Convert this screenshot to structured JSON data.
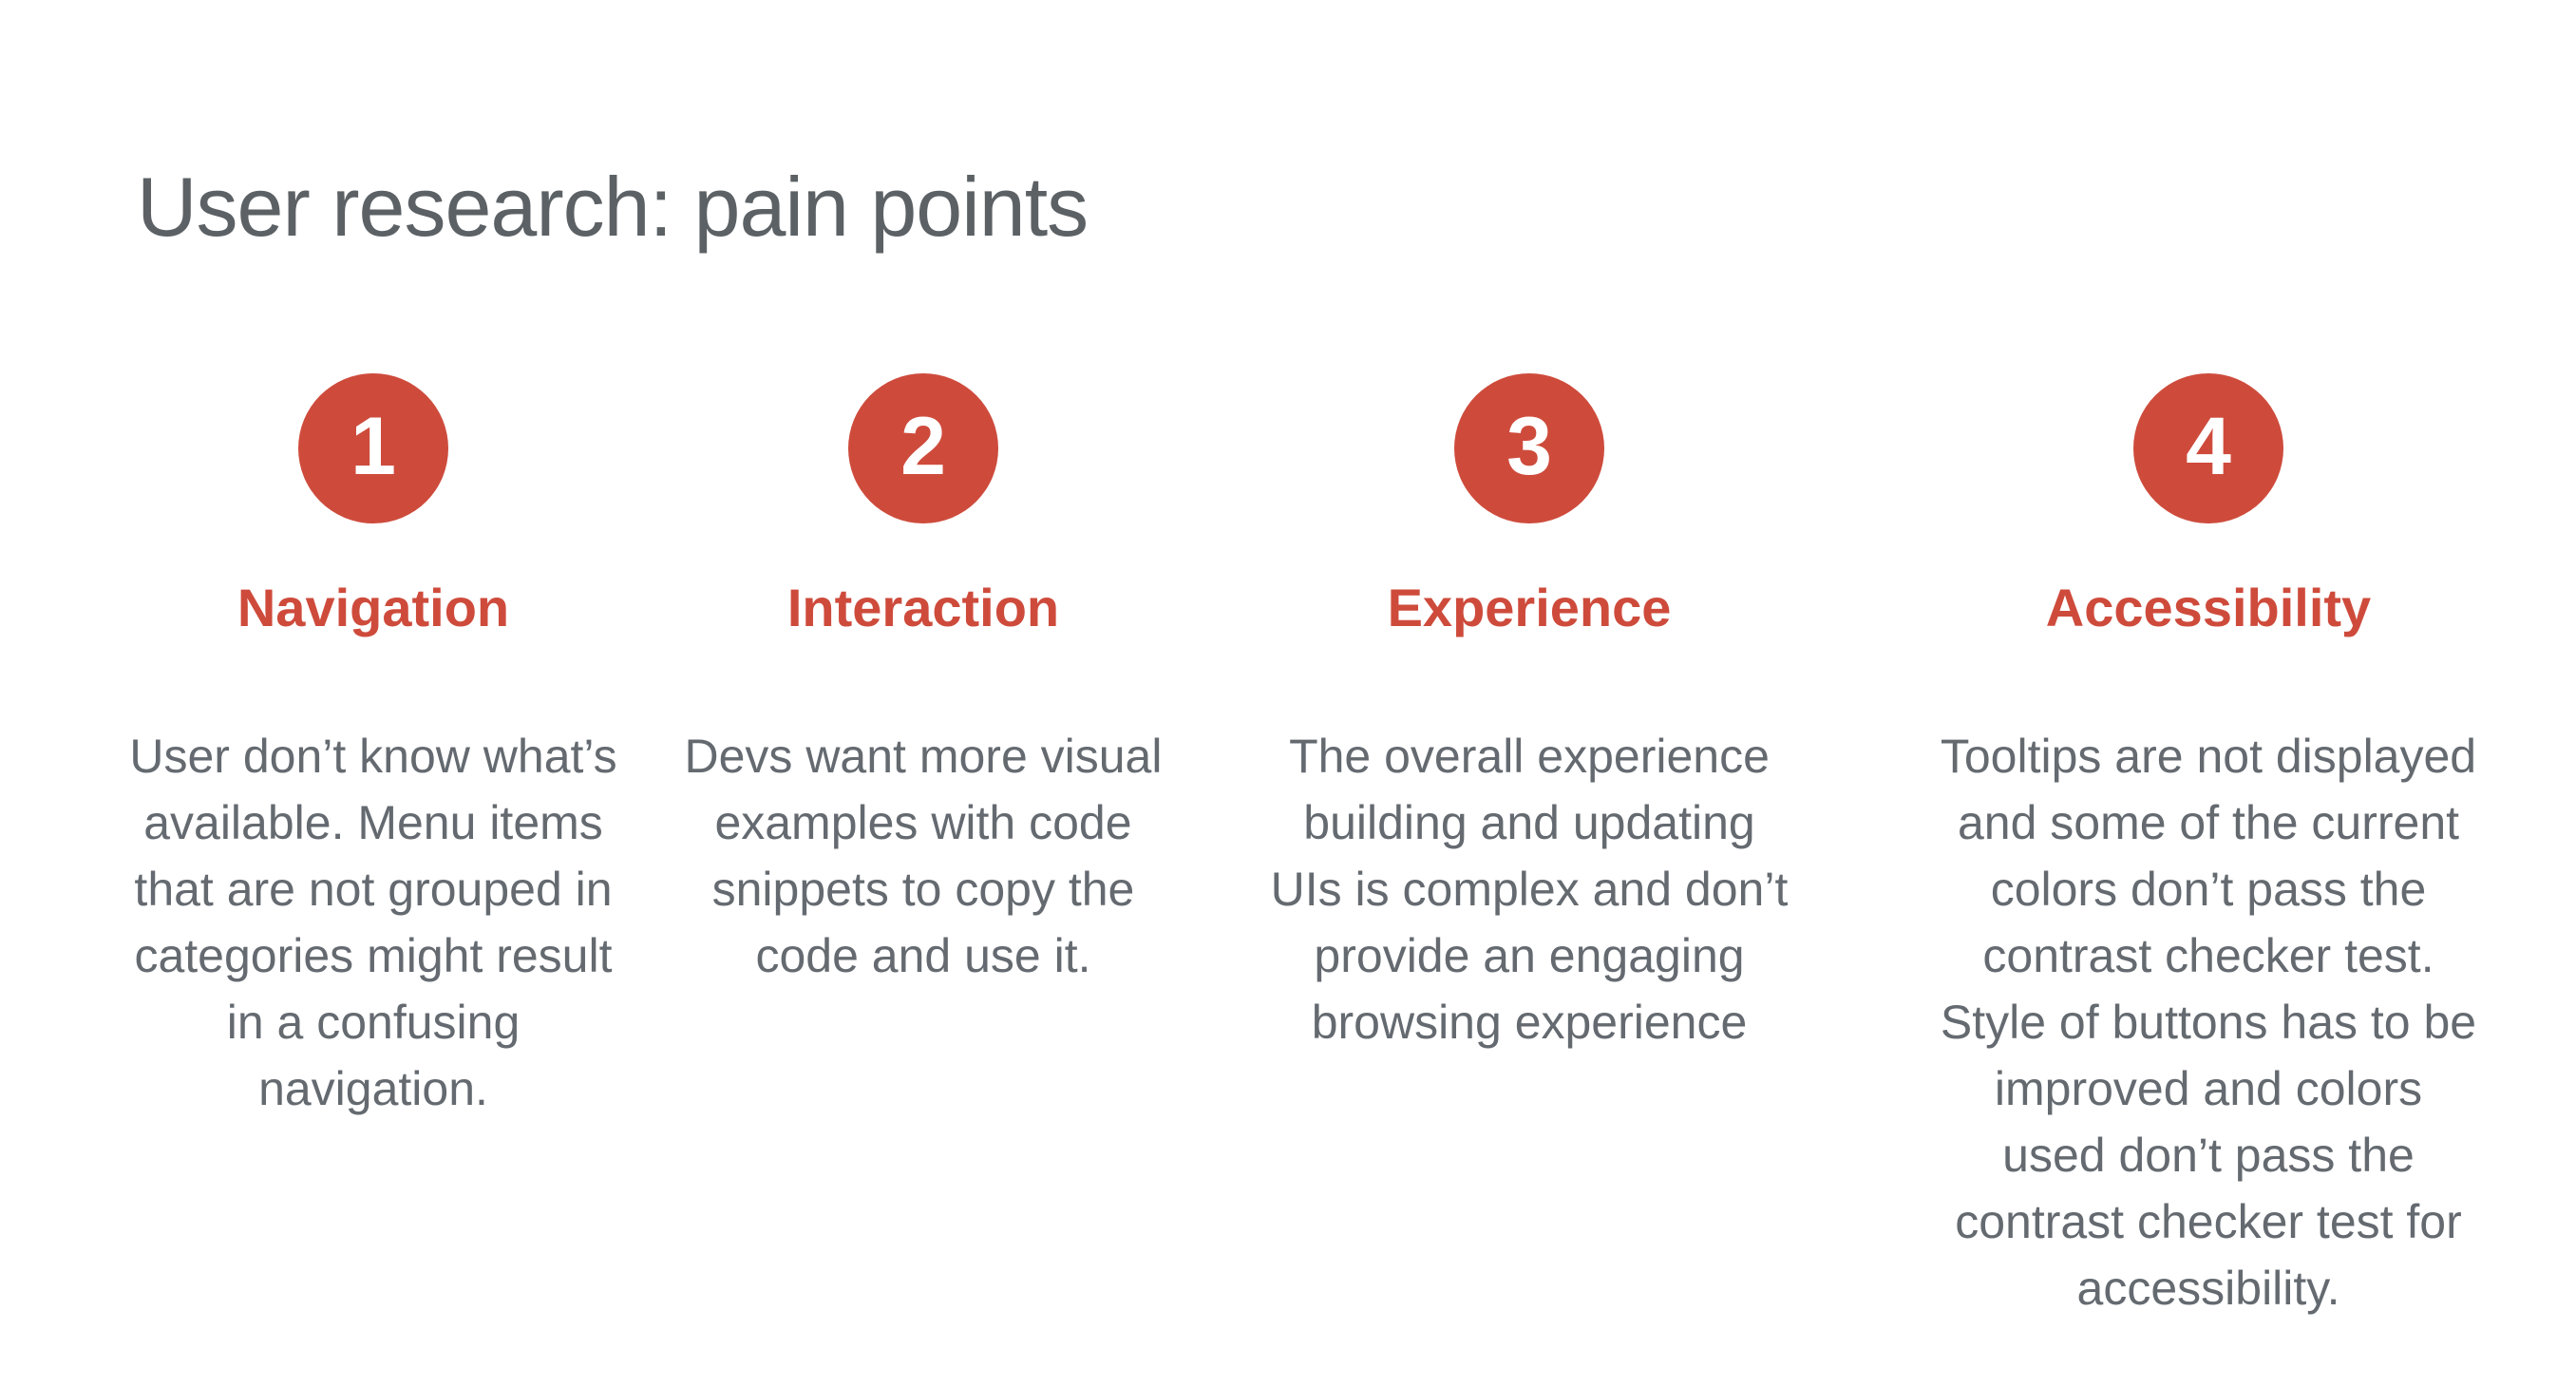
{
  "slide": {
    "title": "User research: pain points",
    "colors": {
      "accent_red": "#ce4b3c",
      "title_gray": "#5c6165",
      "body_gray": "#646a70",
      "background": "#ffffff",
      "badge_number_color": "#ffffff"
    },
    "pain_points": [
      {
        "number": "1",
        "heading": "Navigation",
        "description": "User don’t know what’s available. Menu items that are not grouped in categories might result in a confusing navigation."
      },
      {
        "number": "2",
        "heading": "Interaction",
        "description": "Devs want more visual examples with code snippets to copy the code and use it."
      },
      {
        "number": "3",
        "heading": "Experience",
        "description": "The overall experience building and updating UIs is complex and don’t provide an engaging browsing experience"
      },
      {
        "number": "4",
        "heading": "Accessibility",
        "description": "Tooltips are not displayed and some of the current colors don’t pass the contrast checker test. Style of buttons has to be improved and colors used don’t pass the contrast checker test for accessibility."
      }
    ]
  }
}
